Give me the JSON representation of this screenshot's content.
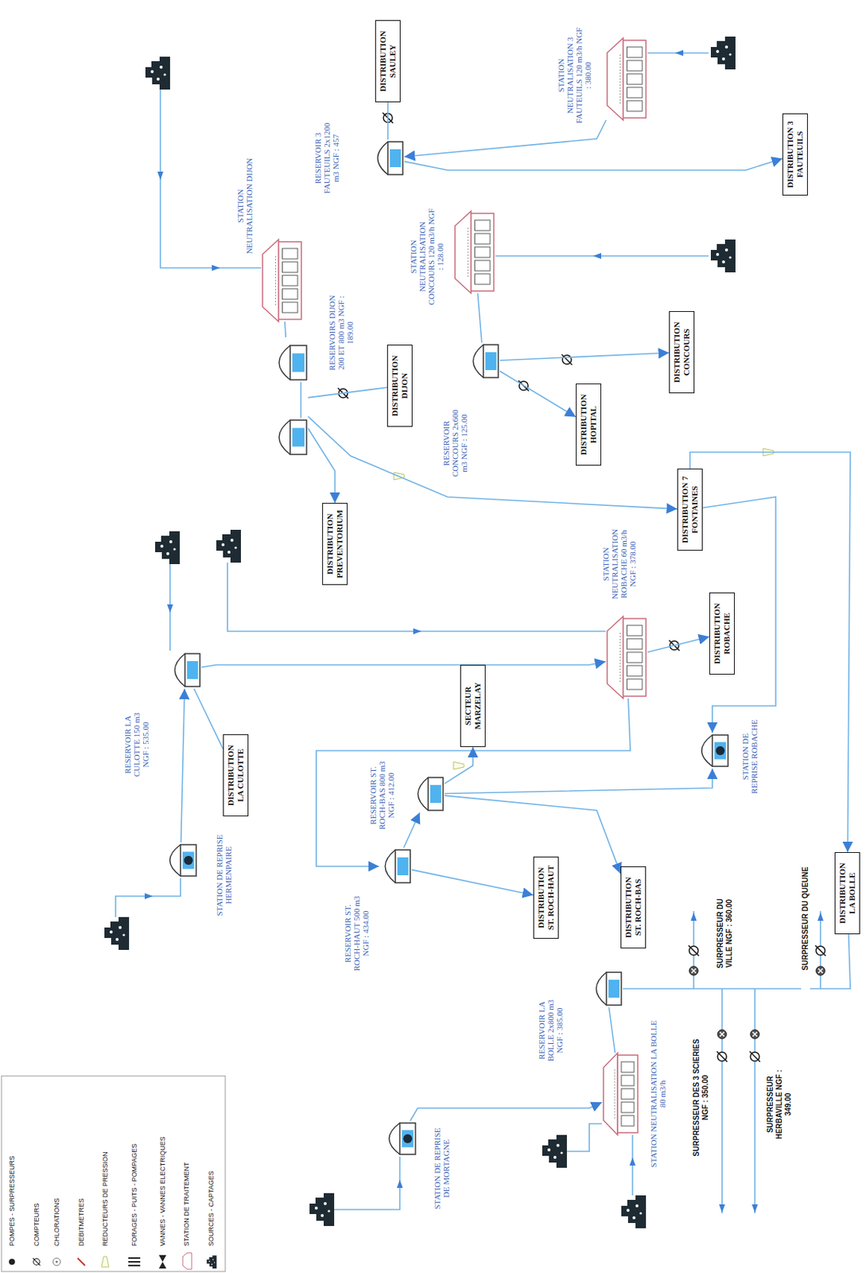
{
  "diagram": {
    "nodes": [
      {
        "text": [
          "RESERVOIR LA CULOTTE 150 m3 NGF : 535.00"
        ]
      },
      {
        "text": [
          "STATION DE REPRISE HERMENPAIRE"
        ]
      },
      {
        "text": [
          "DISTRIBUTION LA CULOTTE"
        ]
      },
      {
        "text": [
          "STATION NEUTRALISATION DIJON"
        ]
      },
      {
        "text": [
          "RESERVOIRS DIJON 200 ET 800 m3 NGF : 189.00"
        ]
      },
      {
        "text": [
          "DISTRIBUTION PREVENTORIUM"
        ]
      },
      {
        "text": [
          "RESERVOIR 3 FAUTEUILS 2x1200 m3 NGF : 457"
        ]
      },
      {
        "text": [
          "DISTRIBUTION SAULEY"
        ]
      },
      {
        "text": [
          "DISTRIBUTION DIJON"
        ]
      },
      {
        "text": [
          "STATION DE REPRISE DE MORTAGNE"
        ]
      },
      {
        "text": [
          "RESERVOIR ST. ROCH-HAUT 500 m3 NGF : 434.00"
        ]
      },
      {
        "text": [
          "RESERVOIR ST. ROCH-BAS 800 m3 NGF : 412.00"
        ]
      },
      {
        "text": [
          "SECTEUR MARZELAY"
        ]
      },
      {
        "text": [
          "STATION NEUTRALISATION CONCOURS 120 m3/h NGF : 128.00"
        ]
      },
      {
        "text": [
          "RESERVOIR CONCOURS 2x600 m3 NGF : 125.00"
        ]
      },
      {
        "text": [
          "DISTRIBUTION ST. ROCH-HAUT"
        ]
      },
      {
        "text": [
          "DISTRIBUTION HOPITAL"
        ]
      },
      {
        "text": [
          "RESERVOIR LA BOLLE 2x800 m3 NGF : 385.00"
        ]
      },
      {
        "text": [
          "STATION NEUTRALISATION LA BOLLE 80 m3/h"
        ]
      },
      {
        "text": [
          "STATION NEUTRALISATION ROBACHE 60 m3/h NGF : 378.00"
        ]
      },
      {
        "text": [
          "STATION NEUTRALISATION 3 FAUTEUILS 120 m3/h NGF : 380.00"
        ]
      },
      {
        "text": [
          "DISTRIBUTION ST. ROCH-BAS"
        ]
      },
      {
        "text": [
          "DISTRIBUTION CONCOURS"
        ]
      },
      {
        "text": [
          "DISTRIBUTION 7 FONTAINES"
        ]
      },
      {
        "text": [
          "STATION DE REPRISE ROBACHE"
        ]
      },
      {
        "text": [
          "DISTRIBUTION ROBACHE"
        ]
      },
      {
        "text": [
          "DISTRIBUTION 3 FAUTEUILS"
        ]
      },
      {
        "text": [
          "DISTRIBUTION LA BOLLE"
        ]
      }
    ],
    "edges": [
      {
        "from": 1,
        "to": 0,
        "arrow": "to"
      },
      {
        "from": 0,
        "to": 2,
        "arrow": "none"
      },
      {
        "from": 0,
        "to": 19,
        "arrow": "to"
      },
      {
        "from": 19,
        "to": 25,
        "arrow": "to"
      },
      {
        "from": 19,
        "to": 10,
        "arrow": "to"
      },
      {
        "from": 10,
        "to": 11,
        "arrow": "to"
      },
      {
        "from": 10,
        "to": 15,
        "arrow": "to"
      },
      {
        "from": 11,
        "to": 12,
        "arrow": "to"
      },
      {
        "from": 11,
        "to": 21,
        "arrow": "to"
      },
      {
        "from": 11,
        "to": 24,
        "arrow": "to"
      },
      {
        "from": 3,
        "to": 4,
        "arrow": "none"
      },
      {
        "from": 4,
        "to": 8,
        "arrow": "none"
      },
      {
        "from": 4,
        "to": 5,
        "arrow": "to"
      },
      {
        "from": 4,
        "to": 23,
        "arrow": "to"
      },
      {
        "from": 13,
        "to": 14,
        "arrow": "none"
      },
      {
        "from": 14,
        "to": 16,
        "arrow": "to"
      },
      {
        "from": 14,
        "to": 22,
        "arrow": "to"
      },
      {
        "from": 20,
        "to": 6,
        "arrow": "to"
      },
      {
        "from": 6,
        "to": 7,
        "arrow": "none"
      },
      {
        "from": 6,
        "to": 26,
        "arrow": "to"
      },
      {
        "from": 9,
        "to": 18,
        "arrow": "to"
      },
      {
        "from": 18,
        "to": 17,
        "arrow": "none"
      },
      {
        "from": 17,
        "to": 27,
        "arrow": "none"
      },
      {
        "from": 23,
        "to": 27,
        "arrow": "to"
      },
      {
        "from": 23,
        "to": 24,
        "arrow": "to"
      }
    ],
    "labels": [
      "SURPRESSEUR DU VILLE NGF : 360.00",
      "SURPRESSEUR DU QUEUNE",
      "SURPRESSEUR DES 3 SCIERIES NGF : 350.00",
      "SURPRESSEUR HERBAVILLE NGF : 349.00"
    ],
    "legend": [
      {
        "text": "POMPES - SURPRESSEURS"
      },
      {
        "text": "COMPTEURS"
      },
      {
        "text": "CHLORATIONS"
      },
      {
        "text": "DEBITMETRES"
      },
      {
        "text": "REDUCTEURS DE PRESSION"
      },
      {
        "text": "FORAGES - PUITS - POMPAGES"
      },
      {
        "text": "VANNES - VANNES ELECTRIQUES"
      },
      {
        "text": "STATION DE TRAITEMENT"
      },
      {
        "text": "SOURCES - CAPTAGES"
      }
    ]
  }
}
